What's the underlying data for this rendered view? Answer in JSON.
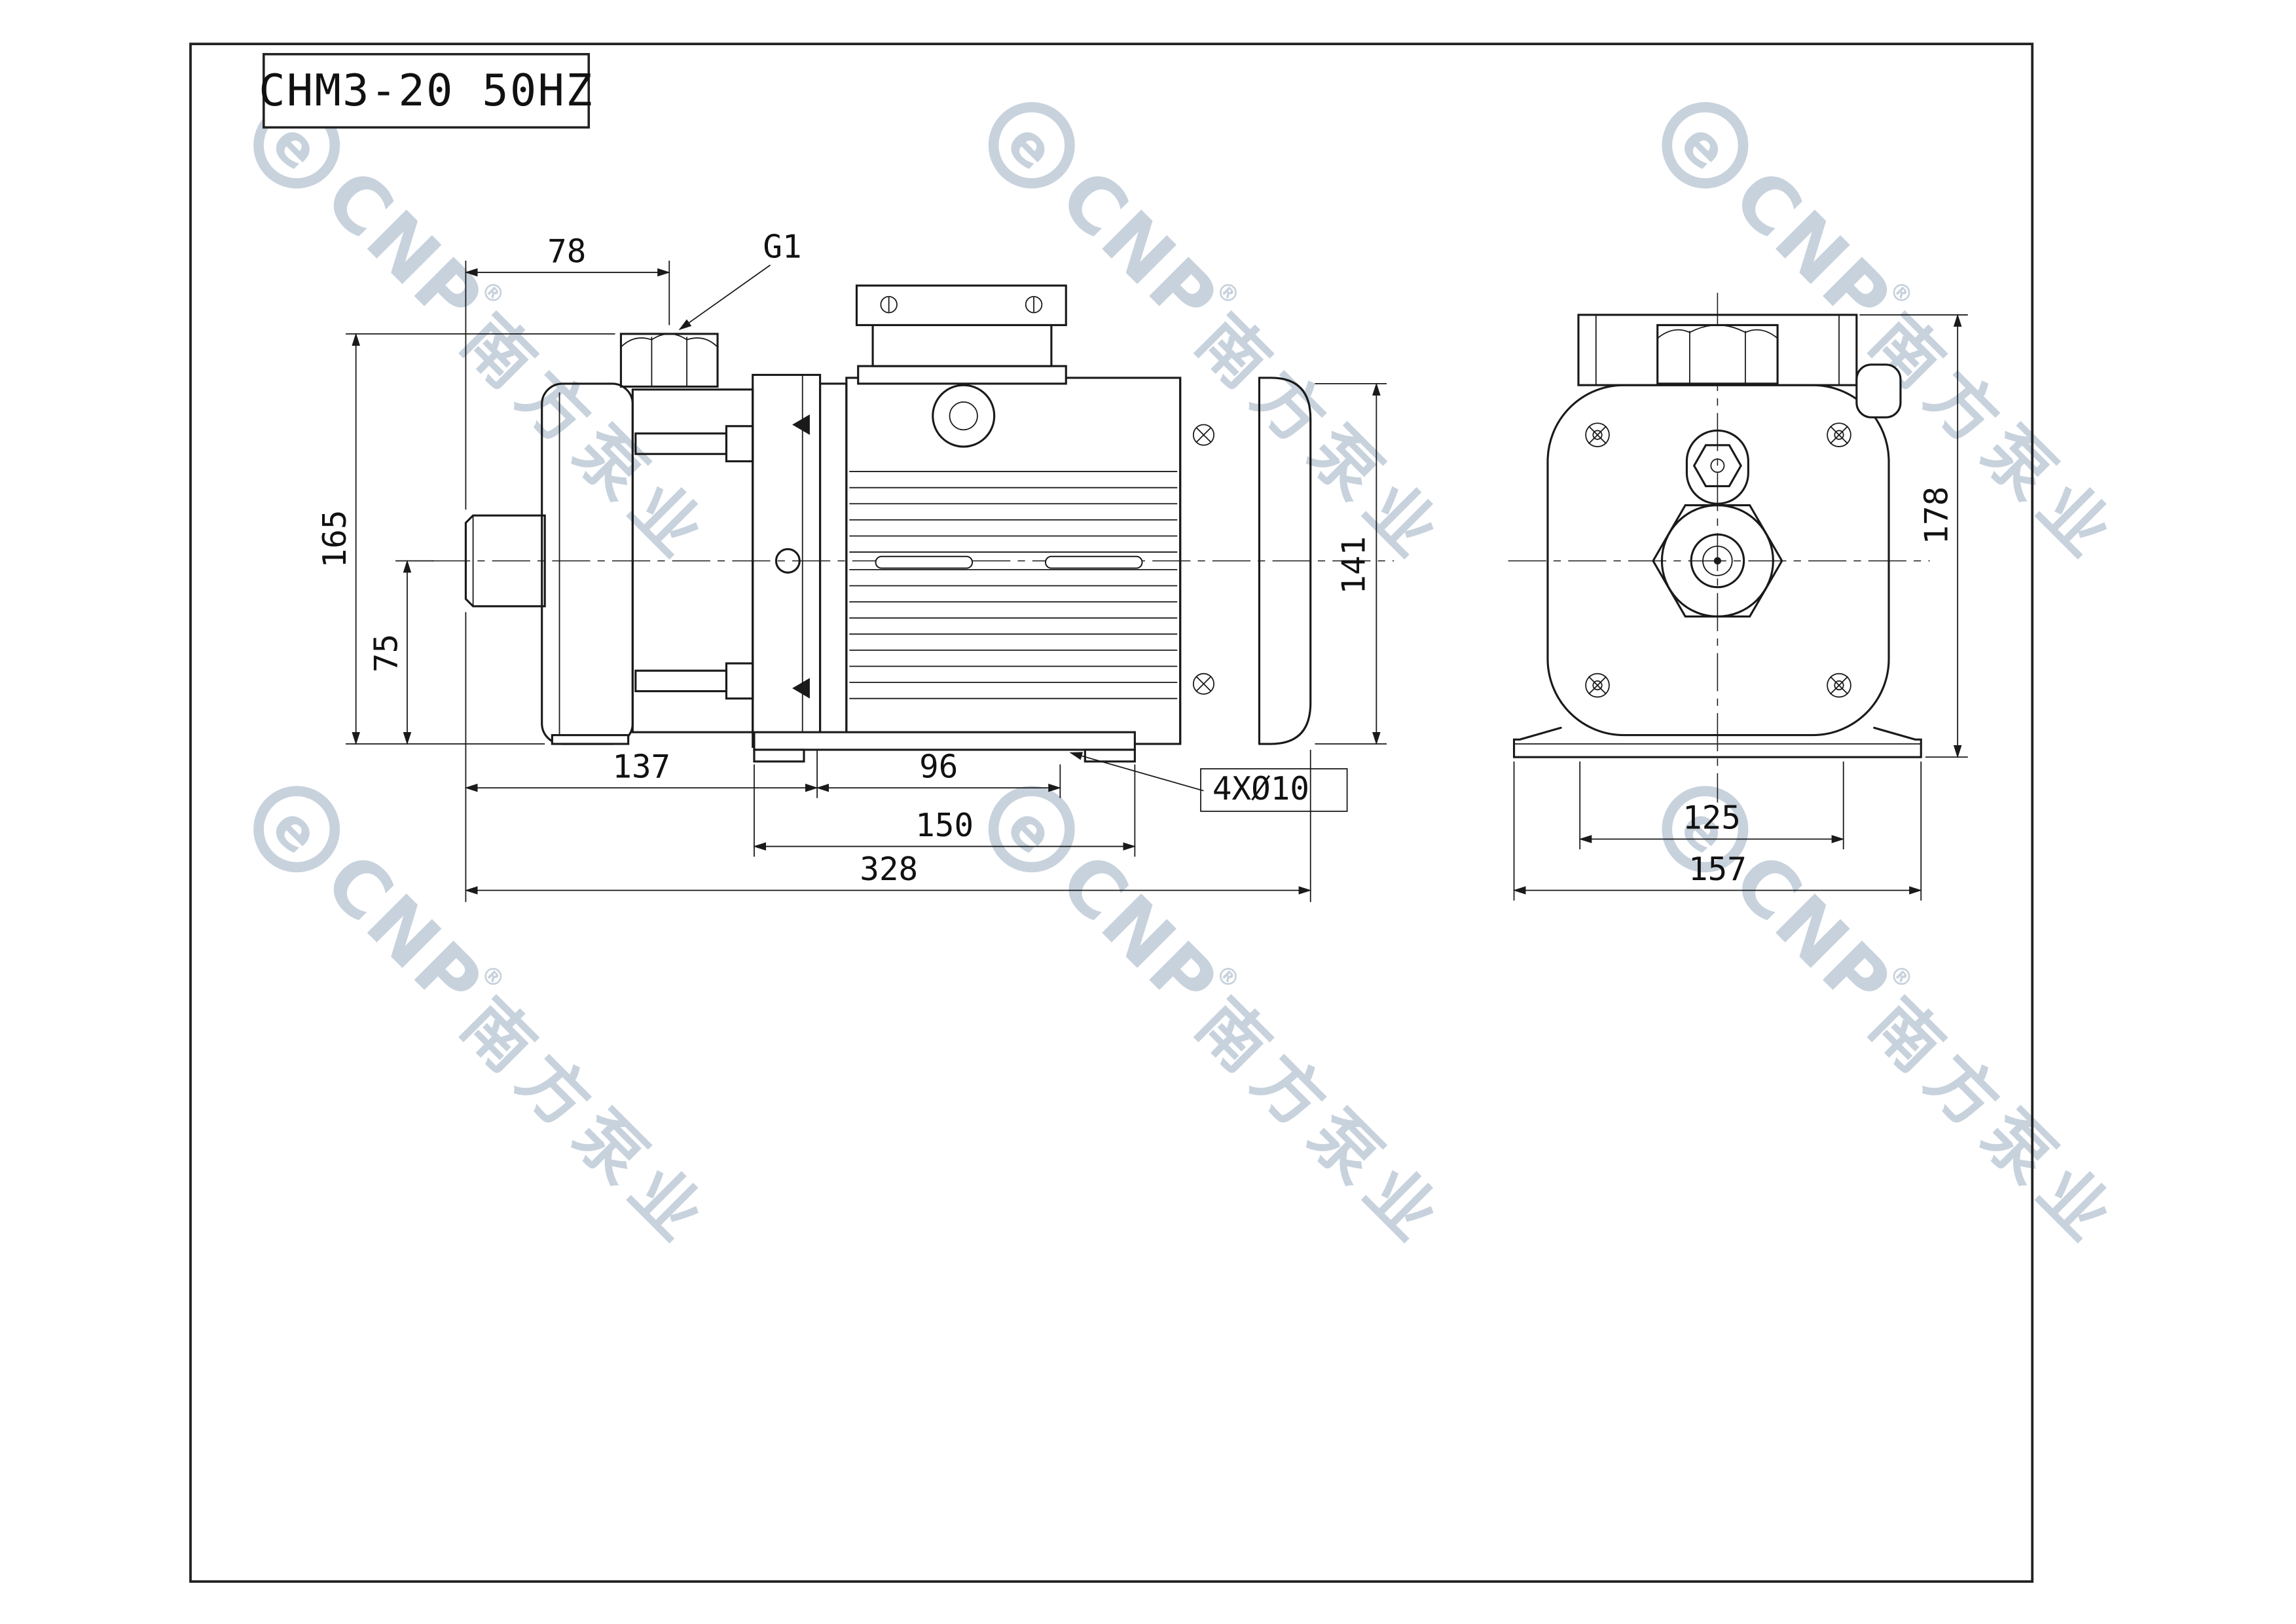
{
  "drawing": {
    "title": "CHM3-20 50HZ"
  },
  "watermark": {
    "logo_letter": "e",
    "brand": "CNP",
    "brand_cn": "南方泵业",
    "registered": "®",
    "color": "#b7c6d3"
  },
  "side_view": {
    "dim_inlet_offset": "78",
    "label_inlet_thread": "G1",
    "dim_height_overall": "165",
    "dim_center_to_base": "75",
    "dim_motor_height": "141",
    "dim_pump_length": "137",
    "dim_foot_spacing": "96",
    "dim_base_length": "150",
    "dim_overall_length": "328",
    "label_foot_holes": "4XØ10"
  },
  "end_view": {
    "dim_height_overall": "178",
    "dim_foot_hole_spacing": "125",
    "dim_base_width": "157"
  }
}
